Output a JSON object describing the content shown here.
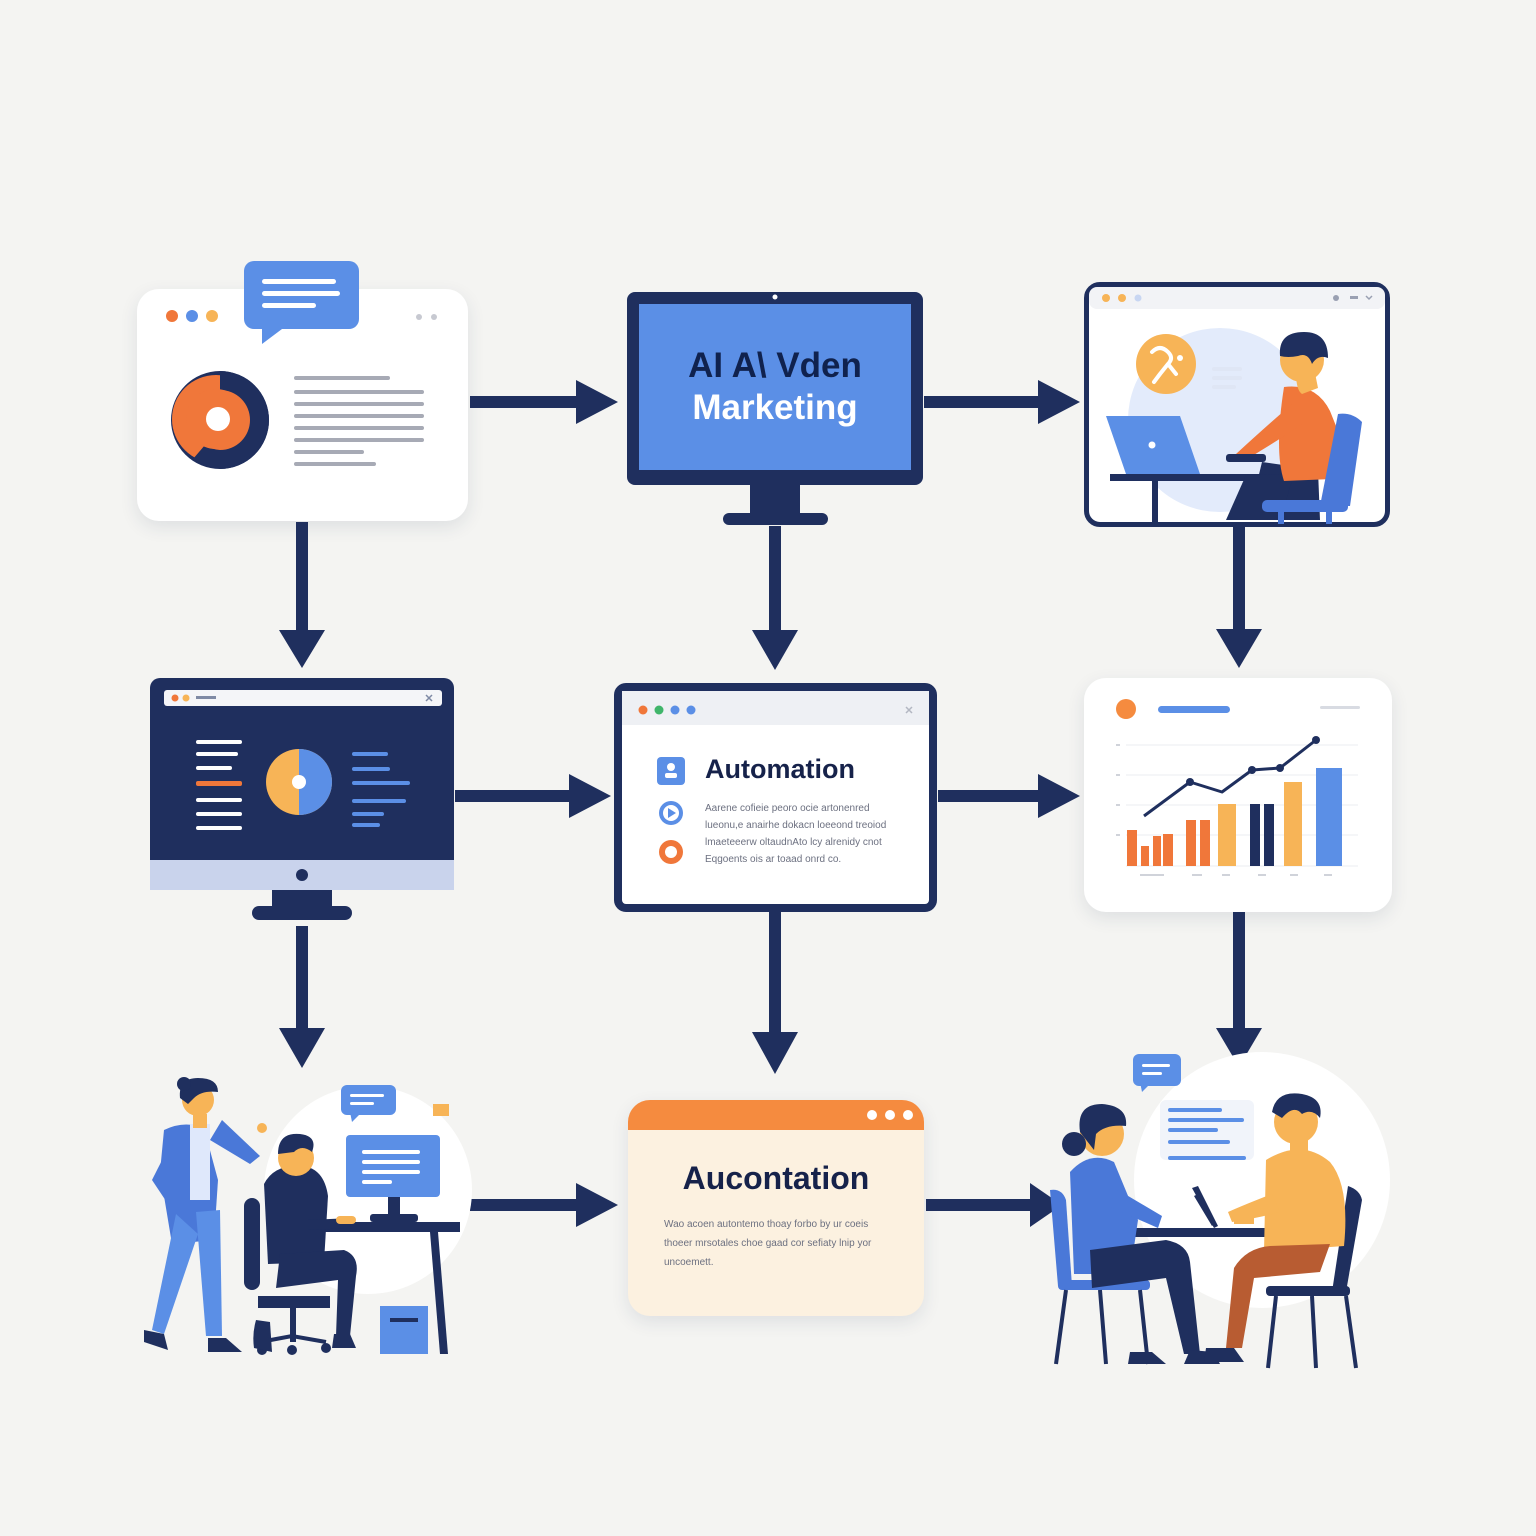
{
  "nodes": {
    "monitor_title": {
      "line1": "AI A\\ Vden",
      "line2": "Marketing"
    },
    "automation_card": {
      "title": "Automation",
      "body": "Aarene cofieie peoro ocie artonenred lueonu,e anairhe dokacn loeeond treoiod lmaeteeerw oltaudnAto lcy alrenidy cnot Eqgoents ois ar toaad onrd co."
    },
    "aucontation_card": {
      "title": "Aucontation",
      "body": "Wao acoen autontemo thoay forbo by ur coeis thoeer mrsotales choe gaad cor sefiaty lnip yor uncoemett."
    }
  },
  "colors": {
    "navy": "#1f2f5e",
    "blue": "#5b8fe6",
    "orange": "#f0773a",
    "amber": "#f7b457",
    "background": "#f4f4f2"
  }
}
